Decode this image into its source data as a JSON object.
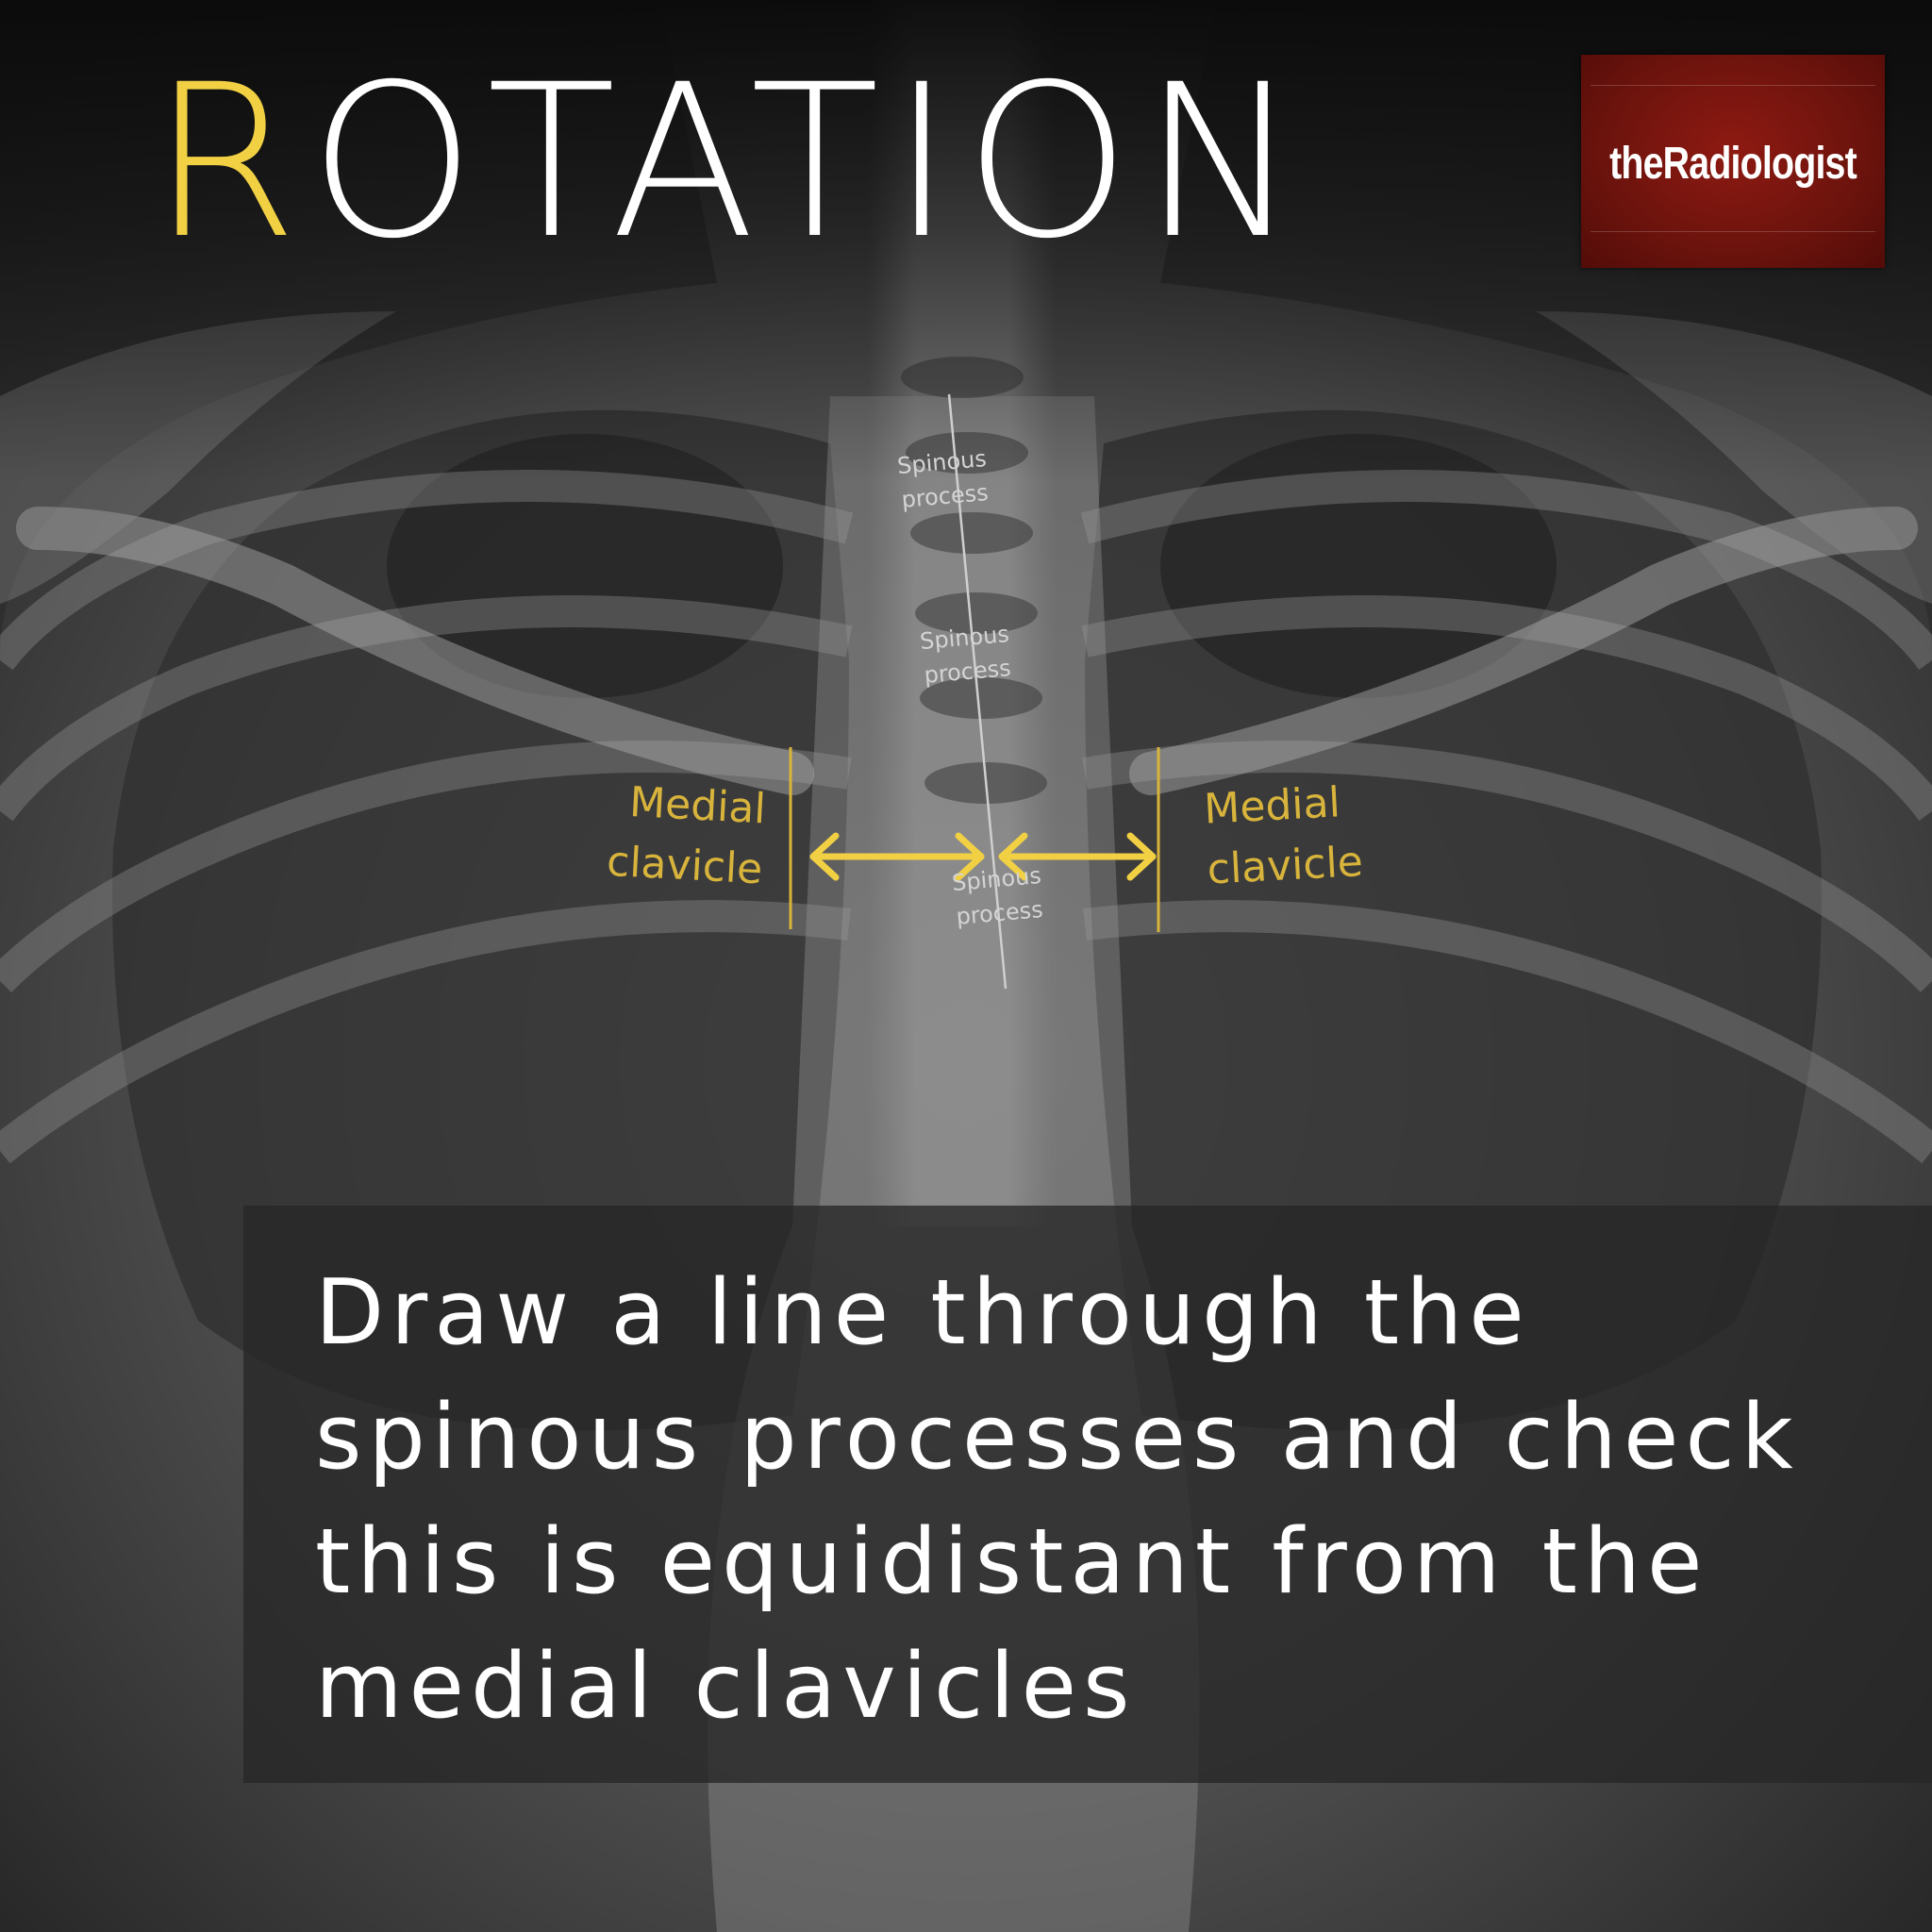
{
  "title": {
    "first_letter": "R",
    "rest": "OTATION"
  },
  "logo": {
    "text": "theRadiologist"
  },
  "annotations": {
    "spinous": [
      {
        "line1": "Spinous",
        "line2": "process"
      },
      {
        "line1": "Spinous",
        "line2": "process"
      },
      {
        "line1": "Spinous",
        "line2": "process"
      }
    ],
    "medial_left": {
      "line1": "Medial",
      "line2": "clavicle"
    },
    "medial_right": {
      "line1": "Medial",
      "line2": "clavicle"
    }
  },
  "caption": "Draw a line through the spinous processes and check this is equidistant from the medial clavicles",
  "colors": {
    "accent": "#f1d044",
    "annotation": "#d8b43c",
    "logo_bg": "#7a160f"
  }
}
